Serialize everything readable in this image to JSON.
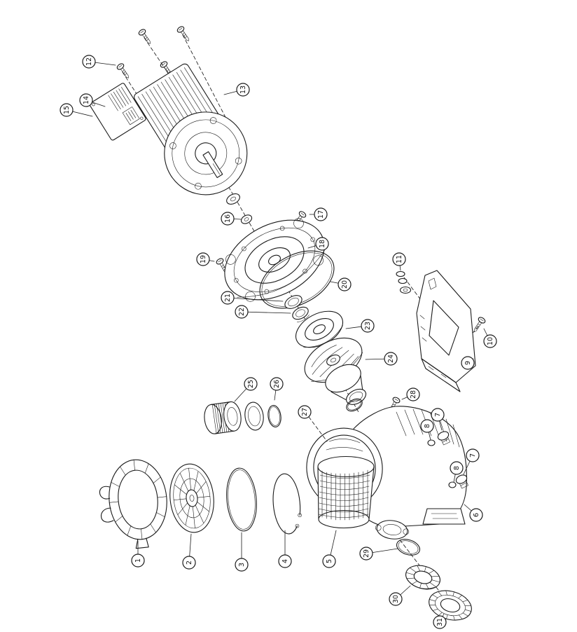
{
  "figure": {
    "kind": "exploded-parts-diagram",
    "subject": "Centrifugal pool pump with close-coupled electric motor, exploded view",
    "background": "#ffffff",
    "line_color": "#1a1a1a"
  },
  "callouts": [
    {
      "label": "12",
      "part": "motor-fixing-screw"
    },
    {
      "label": "14",
      "part": "terminal-box-cover"
    },
    {
      "label": "15",
      "part": "terminal-box"
    },
    {
      "label": "13",
      "part": "electric-motor"
    },
    {
      "label": "16",
      "part": "shaft-washer"
    },
    {
      "label": "17",
      "part": "seal-plate-screw-upper"
    },
    {
      "label": "18",
      "part": "seal-plate"
    },
    {
      "label": "19",
      "part": "seal-plate-screw-lower"
    },
    {
      "label": "20",
      "part": "casing-o-ring"
    },
    {
      "label": "21",
      "part": "seal-stationary-seat"
    },
    {
      "label": "22",
      "part": "mechanical-seal"
    },
    {
      "label": "23",
      "part": "seal-spinner"
    },
    {
      "label": "24",
      "part": "impeller"
    },
    {
      "label": "11",
      "part": "bracket-bolt-washers"
    },
    {
      "label": "10",
      "part": "bracket-lag-screw"
    },
    {
      "label": "9",
      "part": "support-bracket"
    },
    {
      "label": "25",
      "part": "suction-union-nut"
    },
    {
      "label": "26",
      "part": "suction-union-o-ring"
    },
    {
      "label": "27",
      "part": "suction-union-tail"
    },
    {
      "label": "28",
      "part": "casing-screw"
    },
    {
      "label": "7",
      "part": "drain-plug-upper"
    },
    {
      "label": "8",
      "part": "drain-plug-o-ring-upper"
    },
    {
      "label": "7",
      "part": "drain-plug-lower"
    },
    {
      "label": "8",
      "part": "drain-plug-o-ring-lower"
    },
    {
      "label": "6",
      "part": "pump-body"
    },
    {
      "label": "1",
      "part": "lid-lock-ring"
    },
    {
      "label": "2",
      "part": "strainer-lid"
    },
    {
      "label": "3",
      "part": "lid-o-ring"
    },
    {
      "label": "4",
      "part": "lid-clamp"
    },
    {
      "label": "5",
      "part": "strainer-basket"
    },
    {
      "label": "29",
      "part": "discharge-o-ring"
    },
    {
      "label": "30",
      "part": "discharge-union-adapter"
    },
    {
      "label": "31",
      "part": "discharge-union-nut"
    }
  ]
}
